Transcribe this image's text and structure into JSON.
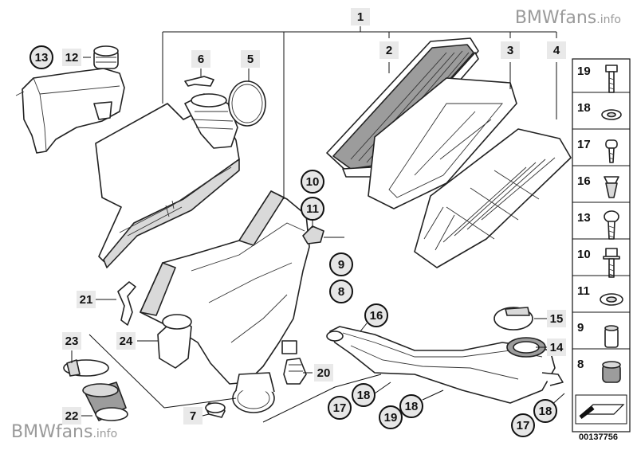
{
  "watermark": {
    "brand": "BMWfans",
    "suffix": ".info"
  },
  "drawing_number": "00137756",
  "callouts": [
    {
      "id": "c1",
      "label": "1",
      "style": "square"
    },
    {
      "id": "c2",
      "label": "2",
      "style": "square"
    },
    {
      "id": "c3",
      "label": "3",
      "style": "square"
    },
    {
      "id": "c4",
      "label": "4",
      "style": "square"
    },
    {
      "id": "c5",
      "label": "5",
      "style": "square"
    },
    {
      "id": "c6",
      "label": "6",
      "style": "square"
    },
    {
      "id": "c7",
      "label": "7",
      "style": "square"
    },
    {
      "id": "c8a",
      "label": "8",
      "style": "circle"
    },
    {
      "id": "c9a",
      "label": "9",
      "style": "circle"
    },
    {
      "id": "c10a",
      "label": "10",
      "style": "circle"
    },
    {
      "id": "c11a",
      "label": "11",
      "style": "circle"
    },
    {
      "id": "c12",
      "label": "12",
      "style": "square"
    },
    {
      "id": "c13a",
      "label": "13",
      "style": "circle"
    },
    {
      "id": "c14",
      "label": "14",
      "style": "square"
    },
    {
      "id": "c15",
      "label": "15",
      "style": "square"
    },
    {
      "id": "c16a",
      "label": "16",
      "style": "circle"
    },
    {
      "id": "c17a",
      "label": "17",
      "style": "circle"
    },
    {
      "id": "c18a",
      "label": "18",
      "style": "circle"
    },
    {
      "id": "c17b",
      "label": "17",
      "style": "circle"
    },
    {
      "id": "c19a",
      "label": "19",
      "style": "circle"
    },
    {
      "id": "c18b",
      "label": "18",
      "style": "circle"
    },
    {
      "id": "c17c",
      "label": "17",
      "style": "circle"
    },
    {
      "id": "c18c",
      "label": "18",
      "style": "circle"
    },
    {
      "id": "c20",
      "label": "20",
      "style": "square"
    },
    {
      "id": "c21",
      "label": "21",
      "style": "square"
    },
    {
      "id": "c22",
      "label": "22",
      "style": "square"
    },
    {
      "id": "c23",
      "label": "23",
      "style": "square"
    },
    {
      "id": "c24",
      "label": "24",
      "style": "square"
    }
  ],
  "fastener_panel": [
    {
      "label": "19",
      "icon": "hex-bolt-icon"
    },
    {
      "label": "18",
      "icon": "washer-icon"
    },
    {
      "label": "17",
      "icon": "short-screw-icon"
    },
    {
      "label": "16",
      "icon": "expanding-nut-icon"
    },
    {
      "label": "13",
      "icon": "round-head-bolt-icon"
    },
    {
      "label": "10",
      "icon": "flange-bolt-icon"
    },
    {
      "label": "11",
      "icon": "flat-washer-icon"
    },
    {
      "label": "9",
      "icon": "sleeve-icon"
    },
    {
      "label": "8",
      "icon": "rubber-grommet-icon"
    }
  ]
}
